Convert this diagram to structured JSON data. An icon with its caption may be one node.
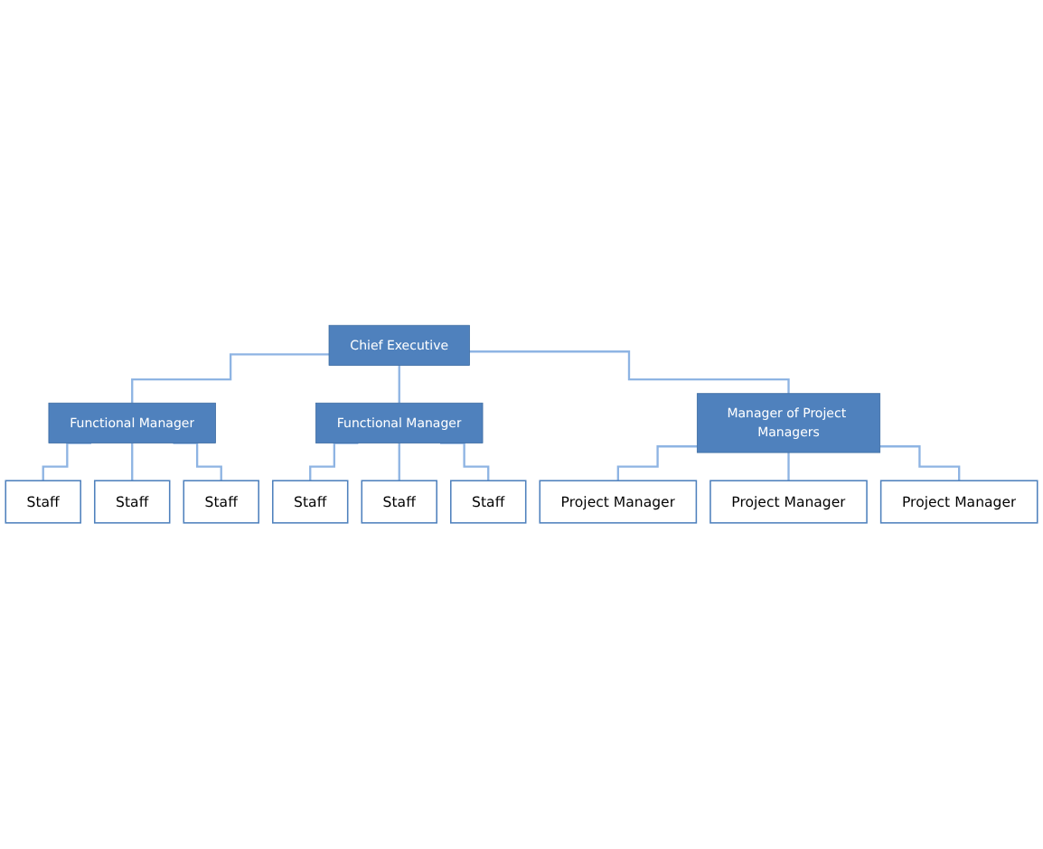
{
  "diagram": {
    "nodes": [
      {
        "text": [
          "Chief Executive"
        ]
      },
      {
        "text": [
          "Functional Manager"
        ]
      },
      {
        "text": [
          "Functional Manager"
        ]
      },
      {
        "text": [
          "Manager of Project Managers"
        ]
      },
      {
        "text": [
          "Staff"
        ]
      },
      {
        "text": [
          "Staff"
        ]
      },
      {
        "text": [
          "Staff"
        ]
      },
      {
        "text": [
          "Staff"
        ]
      },
      {
        "text": [
          "Staff"
        ]
      },
      {
        "text": [
          "Staff"
        ]
      },
      {
        "text": [
          "Project Manager"
        ]
      },
      {
        "text": [
          "Project Manager"
        ]
      },
      {
        "text": [
          "Project Manager"
        ]
      }
    ],
    "edges": [
      {
        "from": 0,
        "to": 1,
        "arrow": "none"
      },
      {
        "from": 0,
        "to": 2,
        "arrow": "none"
      },
      {
        "from": 0,
        "to": 3,
        "arrow": "none"
      },
      {
        "from": 1,
        "to": 4,
        "arrow": "none"
      },
      {
        "from": 1,
        "to": 5,
        "arrow": "none"
      },
      {
        "from": 1,
        "to": 6,
        "arrow": "none"
      },
      {
        "from": 2,
        "to": 7,
        "arrow": "none"
      },
      {
        "from": 2,
        "to": 8,
        "arrow": "none"
      },
      {
        "from": 2,
        "to": 9,
        "arrow": "none"
      },
      {
        "from": 3,
        "to": 10,
        "arrow": "none"
      },
      {
        "from": 3,
        "to": 11,
        "arrow": "none"
      },
      {
        "from": 3,
        "to": 12,
        "arrow": "none"
      }
    ]
  }
}
